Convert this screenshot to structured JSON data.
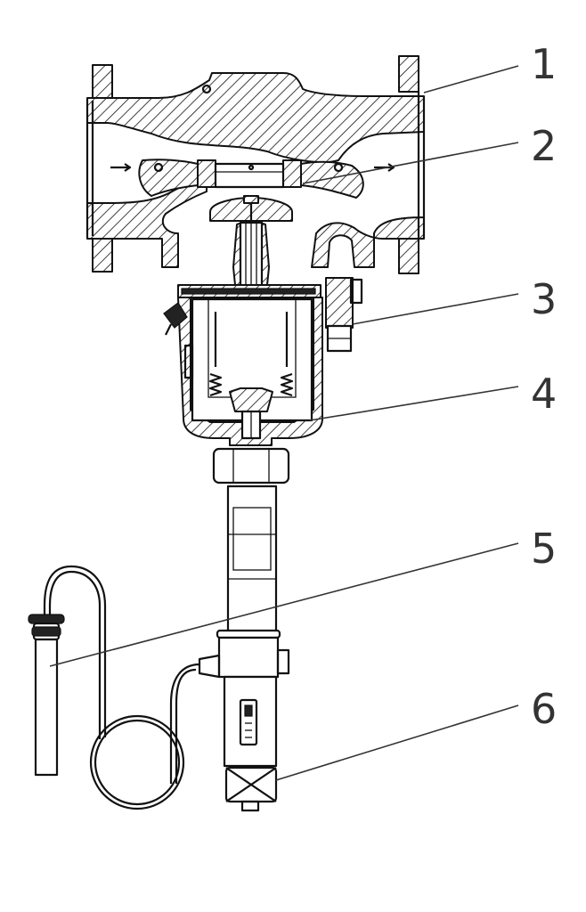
{
  "callouts": [
    {
      "id": "1",
      "label": "1"
    },
    {
      "id": "2",
      "label": "2"
    },
    {
      "id": "3",
      "label": "3"
    },
    {
      "id": "4",
      "label": "4"
    },
    {
      "id": "5",
      "label": "5"
    },
    {
      "id": "6",
      "label": "6"
    }
  ],
  "colors": {
    "line": "#111111",
    "hatch": "#111111",
    "background": "#ffffff"
  }
}
